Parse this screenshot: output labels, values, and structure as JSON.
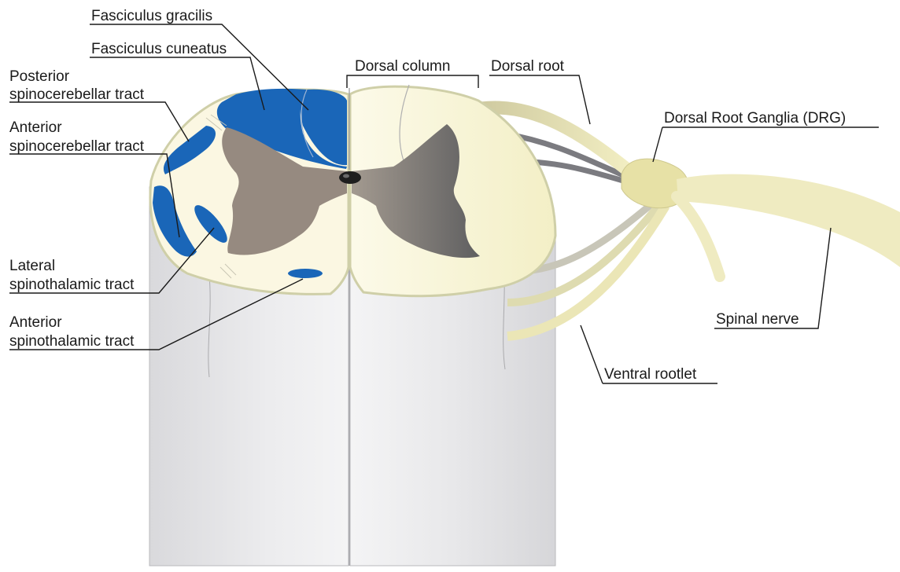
{
  "colors": {
    "white_matter": "#fbf7e2",
    "gray_matter": "#968a80",
    "tract_blue": "#1a66b8",
    "cord_body": "#e4e4e6",
    "nerve": "#ebe6b6",
    "outline": "#9a9a9a",
    "leader_line": "#1a1a1a"
  },
  "labels": {
    "fasciculus_gracilis": "Fasciculus gracilis",
    "fasciculus_cuneatus": "Fasciculus cuneatus",
    "posterior_spinocerebellar_1": "Posterior",
    "posterior_spinocerebellar_2": "spinocerebellar tract",
    "anterior_spinocerebellar_1": "Anterior",
    "anterior_spinocerebellar_2": "spinocerebellar tract",
    "lateral_spinothalamic_1": "Lateral",
    "lateral_spinothalamic_2": "spinothalamic tract",
    "anterior_spinothalamic_1": "Anterior",
    "anterior_spinothalamic_2": "spinothalamic tract",
    "dorsal_column": "Dorsal column",
    "dorsal_root": "Dorsal root",
    "drg": "Dorsal Root Ganglia (DRG)",
    "spinal_nerve": "Spinal nerve",
    "ventral_rootlet": "Ventral rootlet"
  }
}
